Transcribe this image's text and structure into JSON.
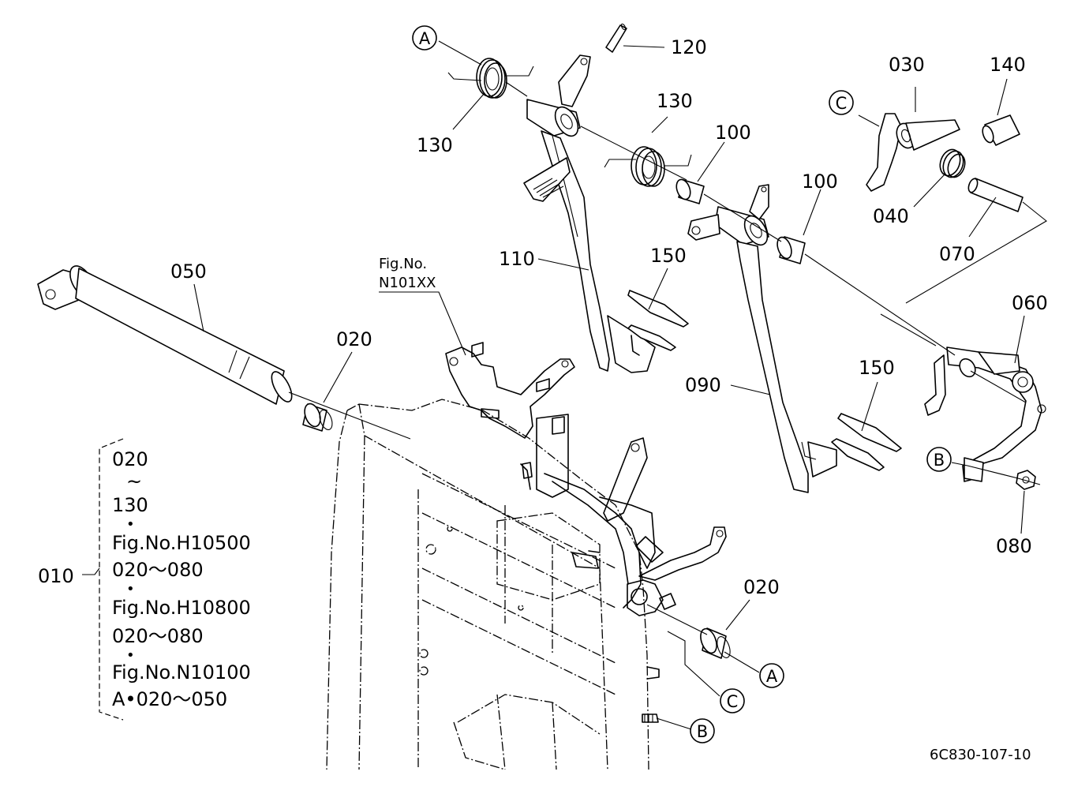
{
  "parts": {
    "p010": "010",
    "p020": "020",
    "p030": "030",
    "p040": "040",
    "p050": "050",
    "p060": "060",
    "p070": "070",
    "p080": "080",
    "p090": "090",
    "p100": "100",
    "p110": "110",
    "p120": "120",
    "p130": "130",
    "p140": "140",
    "p150": "150"
  },
  "callouts": {
    "a": "A",
    "b": "B",
    "c": "C"
  },
  "fig_ref": {
    "line1": "Fig.No.",
    "line2": "N101XX"
  },
  "legend": {
    "l1": "020",
    "l2": "~",
    "l3": "130",
    "dot": "•",
    "l4": "Fig.No.H10500",
    "l5": "020～080",
    "l6": "Fig.No.H10800",
    "l7": "020～080",
    "l8": "Fig.No.N10100",
    "l9": "A•020～050"
  },
  "drawing_code": "6C830-107-10"
}
